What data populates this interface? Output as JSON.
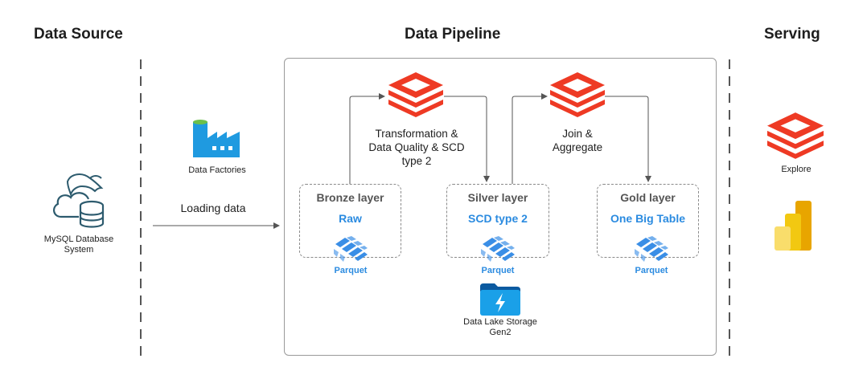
{
  "headings": {
    "data_source": "Data Source",
    "data_pipeline": "Data Pipeline",
    "serving": "Serving"
  },
  "source": {
    "mysql_label": "MySQL Database System",
    "data_factories_label": "Data Factories",
    "loading_label": "Loading data"
  },
  "pipeline": {
    "transform_label": "Transformation & Data Quality & SCD type 2",
    "join_label": "Join & Aggregate",
    "layers": [
      {
        "title": "Bronze layer",
        "subtitle": "Raw",
        "format": "Parquet"
      },
      {
        "title": "Silver layer",
        "subtitle": "SCD type 2",
        "format": "Parquet"
      },
      {
        "title": "Gold layer",
        "subtitle": "One Big Table",
        "format": "Parquet"
      }
    ],
    "storage_label": "Data Lake Storage Gen2"
  },
  "serving": {
    "explore_label": "Explore"
  },
  "colors": {
    "databricks": "#ee3a24",
    "parquet_blue": "#2b8be0",
    "powerbi_yellow": "#f2c811",
    "azure_blue": "#1f9ae0"
  },
  "icons": [
    "mysql-cloud-database-icon",
    "data-factory-icon",
    "databricks-icon",
    "parquet-icon",
    "data-lake-folder-icon",
    "power-bi-icon"
  ]
}
